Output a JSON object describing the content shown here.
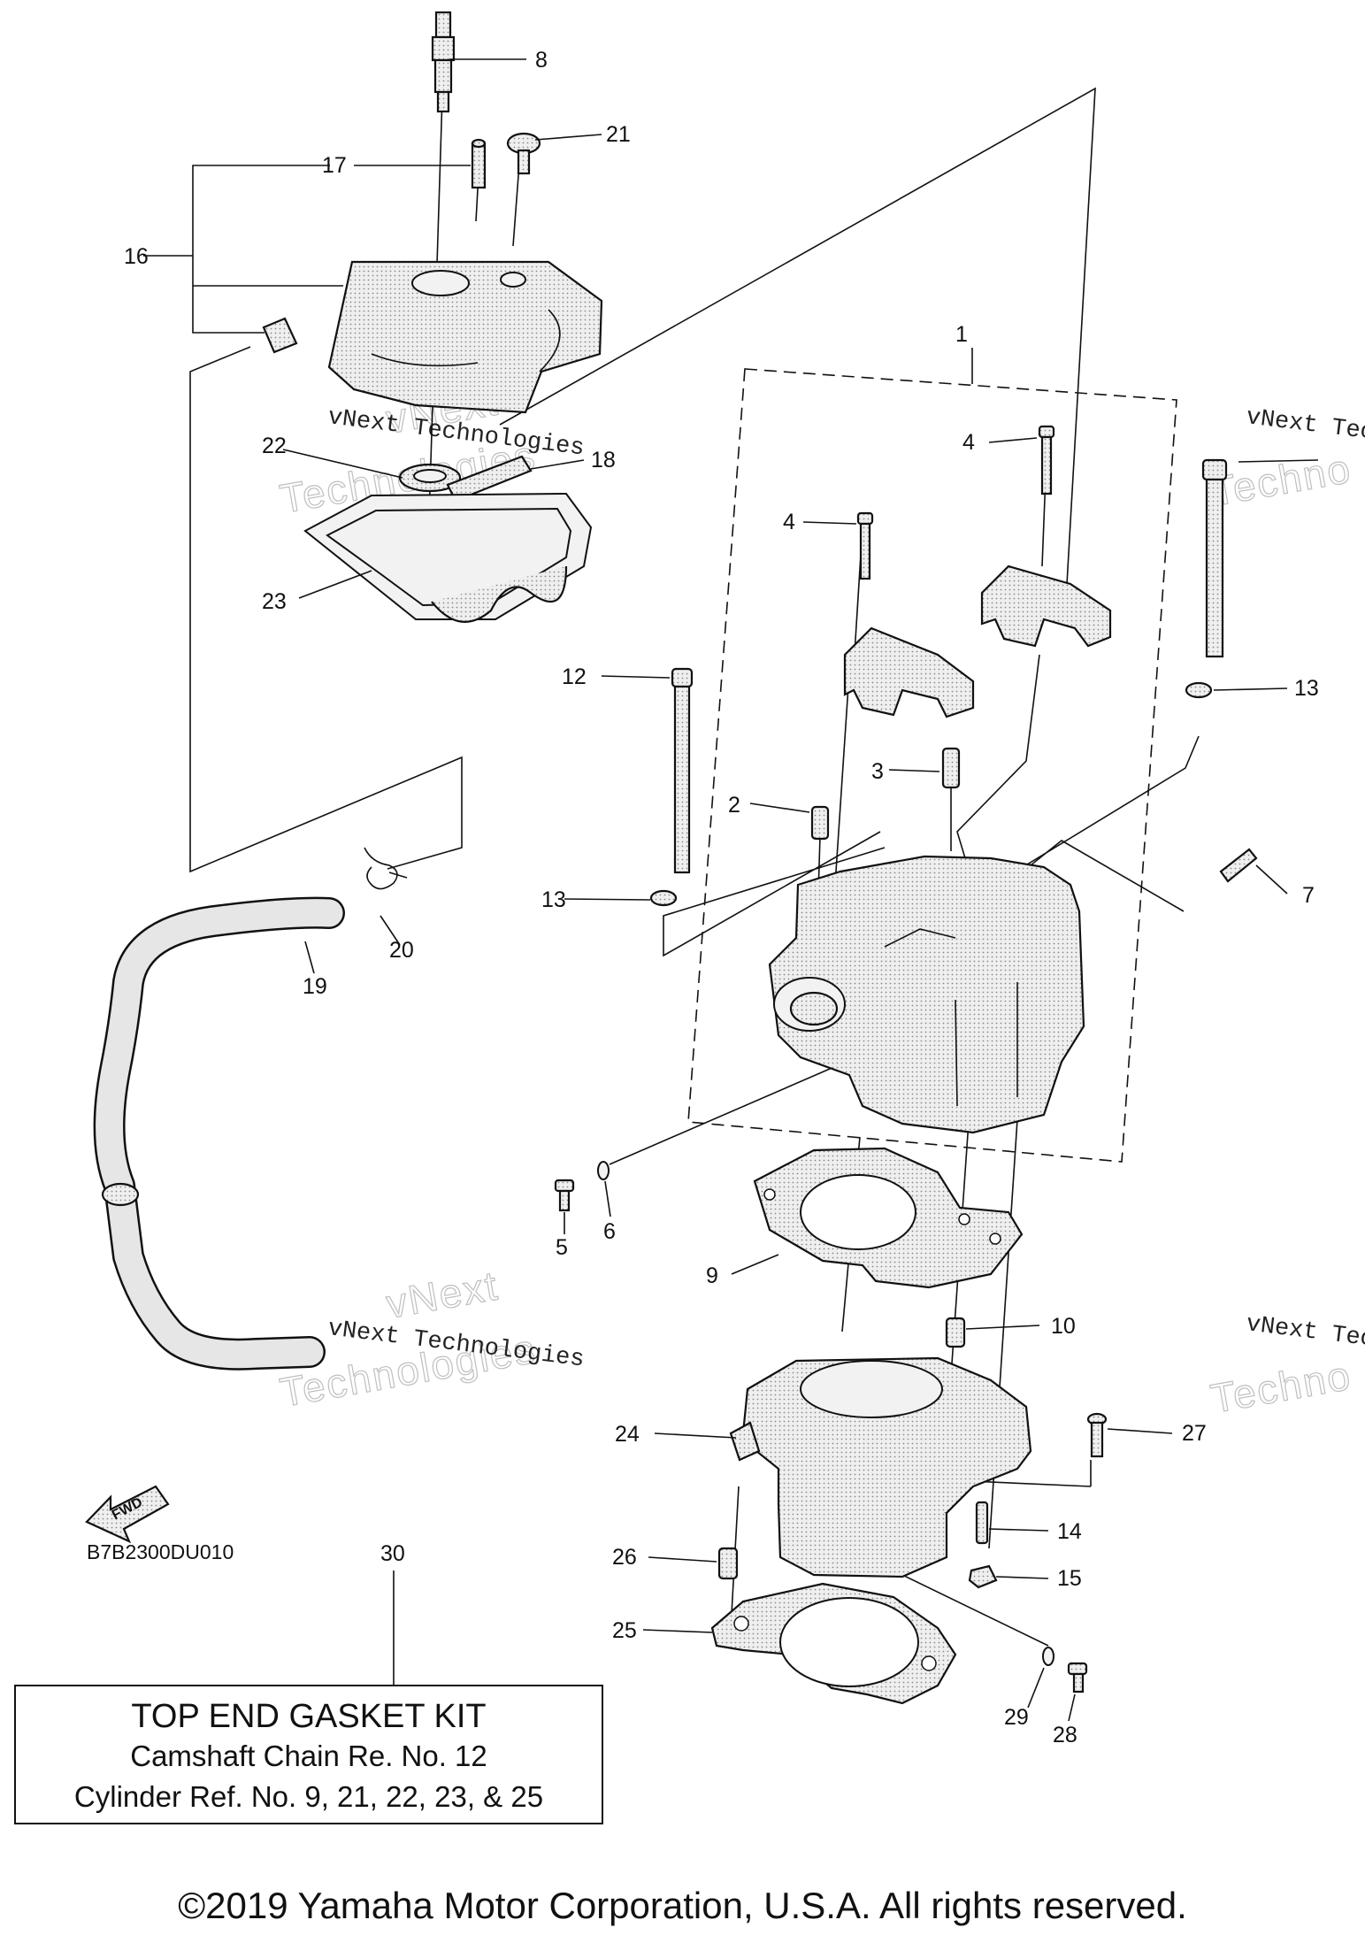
{
  "diagram": {
    "part_numbers": [
      "1",
      "2",
      "3",
      "4",
      "4",
      "5",
      "6",
      "7",
      "8",
      "9",
      "10",
      "12",
      "13",
      "13",
      "14",
      "15",
      "16",
      "17",
      "18",
      "19",
      "20",
      "21",
      "22",
      "23",
      "24",
      "25",
      "26",
      "27",
      "28",
      "29",
      "30"
    ],
    "watermark_lines": [
      "vNext Technologies",
      "vNext",
      "Technologies"
    ],
    "watermark_partial_lines": [
      "vNext Tec",
      "Techno"
    ],
    "fwd_label": "FWD",
    "drawing_code": "B7B2300DU010"
  },
  "kit_box": {
    "title": "TOP END GASKET KIT",
    "line1": "Camshaft Chain Re. No. 12",
    "line2": "Cylinder Ref. No. 9, 21, 22, 23, & 25"
  },
  "footer": {
    "copyright": "©2019 Yamaha Motor Corporation, U.S.A. All rights reserved."
  }
}
